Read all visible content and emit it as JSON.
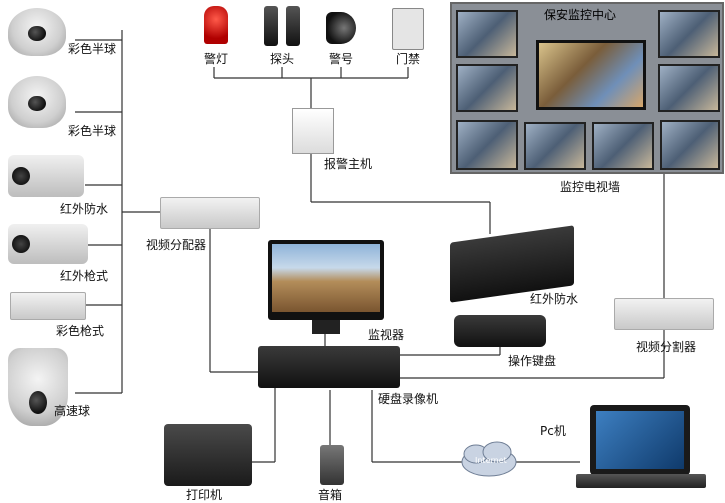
{
  "labels": {
    "dome1": "彩色半球",
    "dome2": "彩色半球",
    "ir1": "红外防水",
    "ir_gun": "红外枪式",
    "color_gun": "彩色枪式",
    "speed_dome": "高速球",
    "video_dist_left": "视频分配器",
    "monitor": "监视器",
    "dvr": "硬盘录像机",
    "printer": "打印机",
    "speaker": "音箱",
    "alarm_light": "警灯",
    "detector": "探头",
    "siren": "警号",
    "access": "门禁",
    "alarm_host": "报警主机",
    "tv_wall": "监控电视墙",
    "ir2": "红外防水",
    "keyboard": "操作键盘",
    "video_dist_right": "视频分割器",
    "pc": "Pc机",
    "center_title": "保安监控中心",
    "internet": "Internet"
  }
}
